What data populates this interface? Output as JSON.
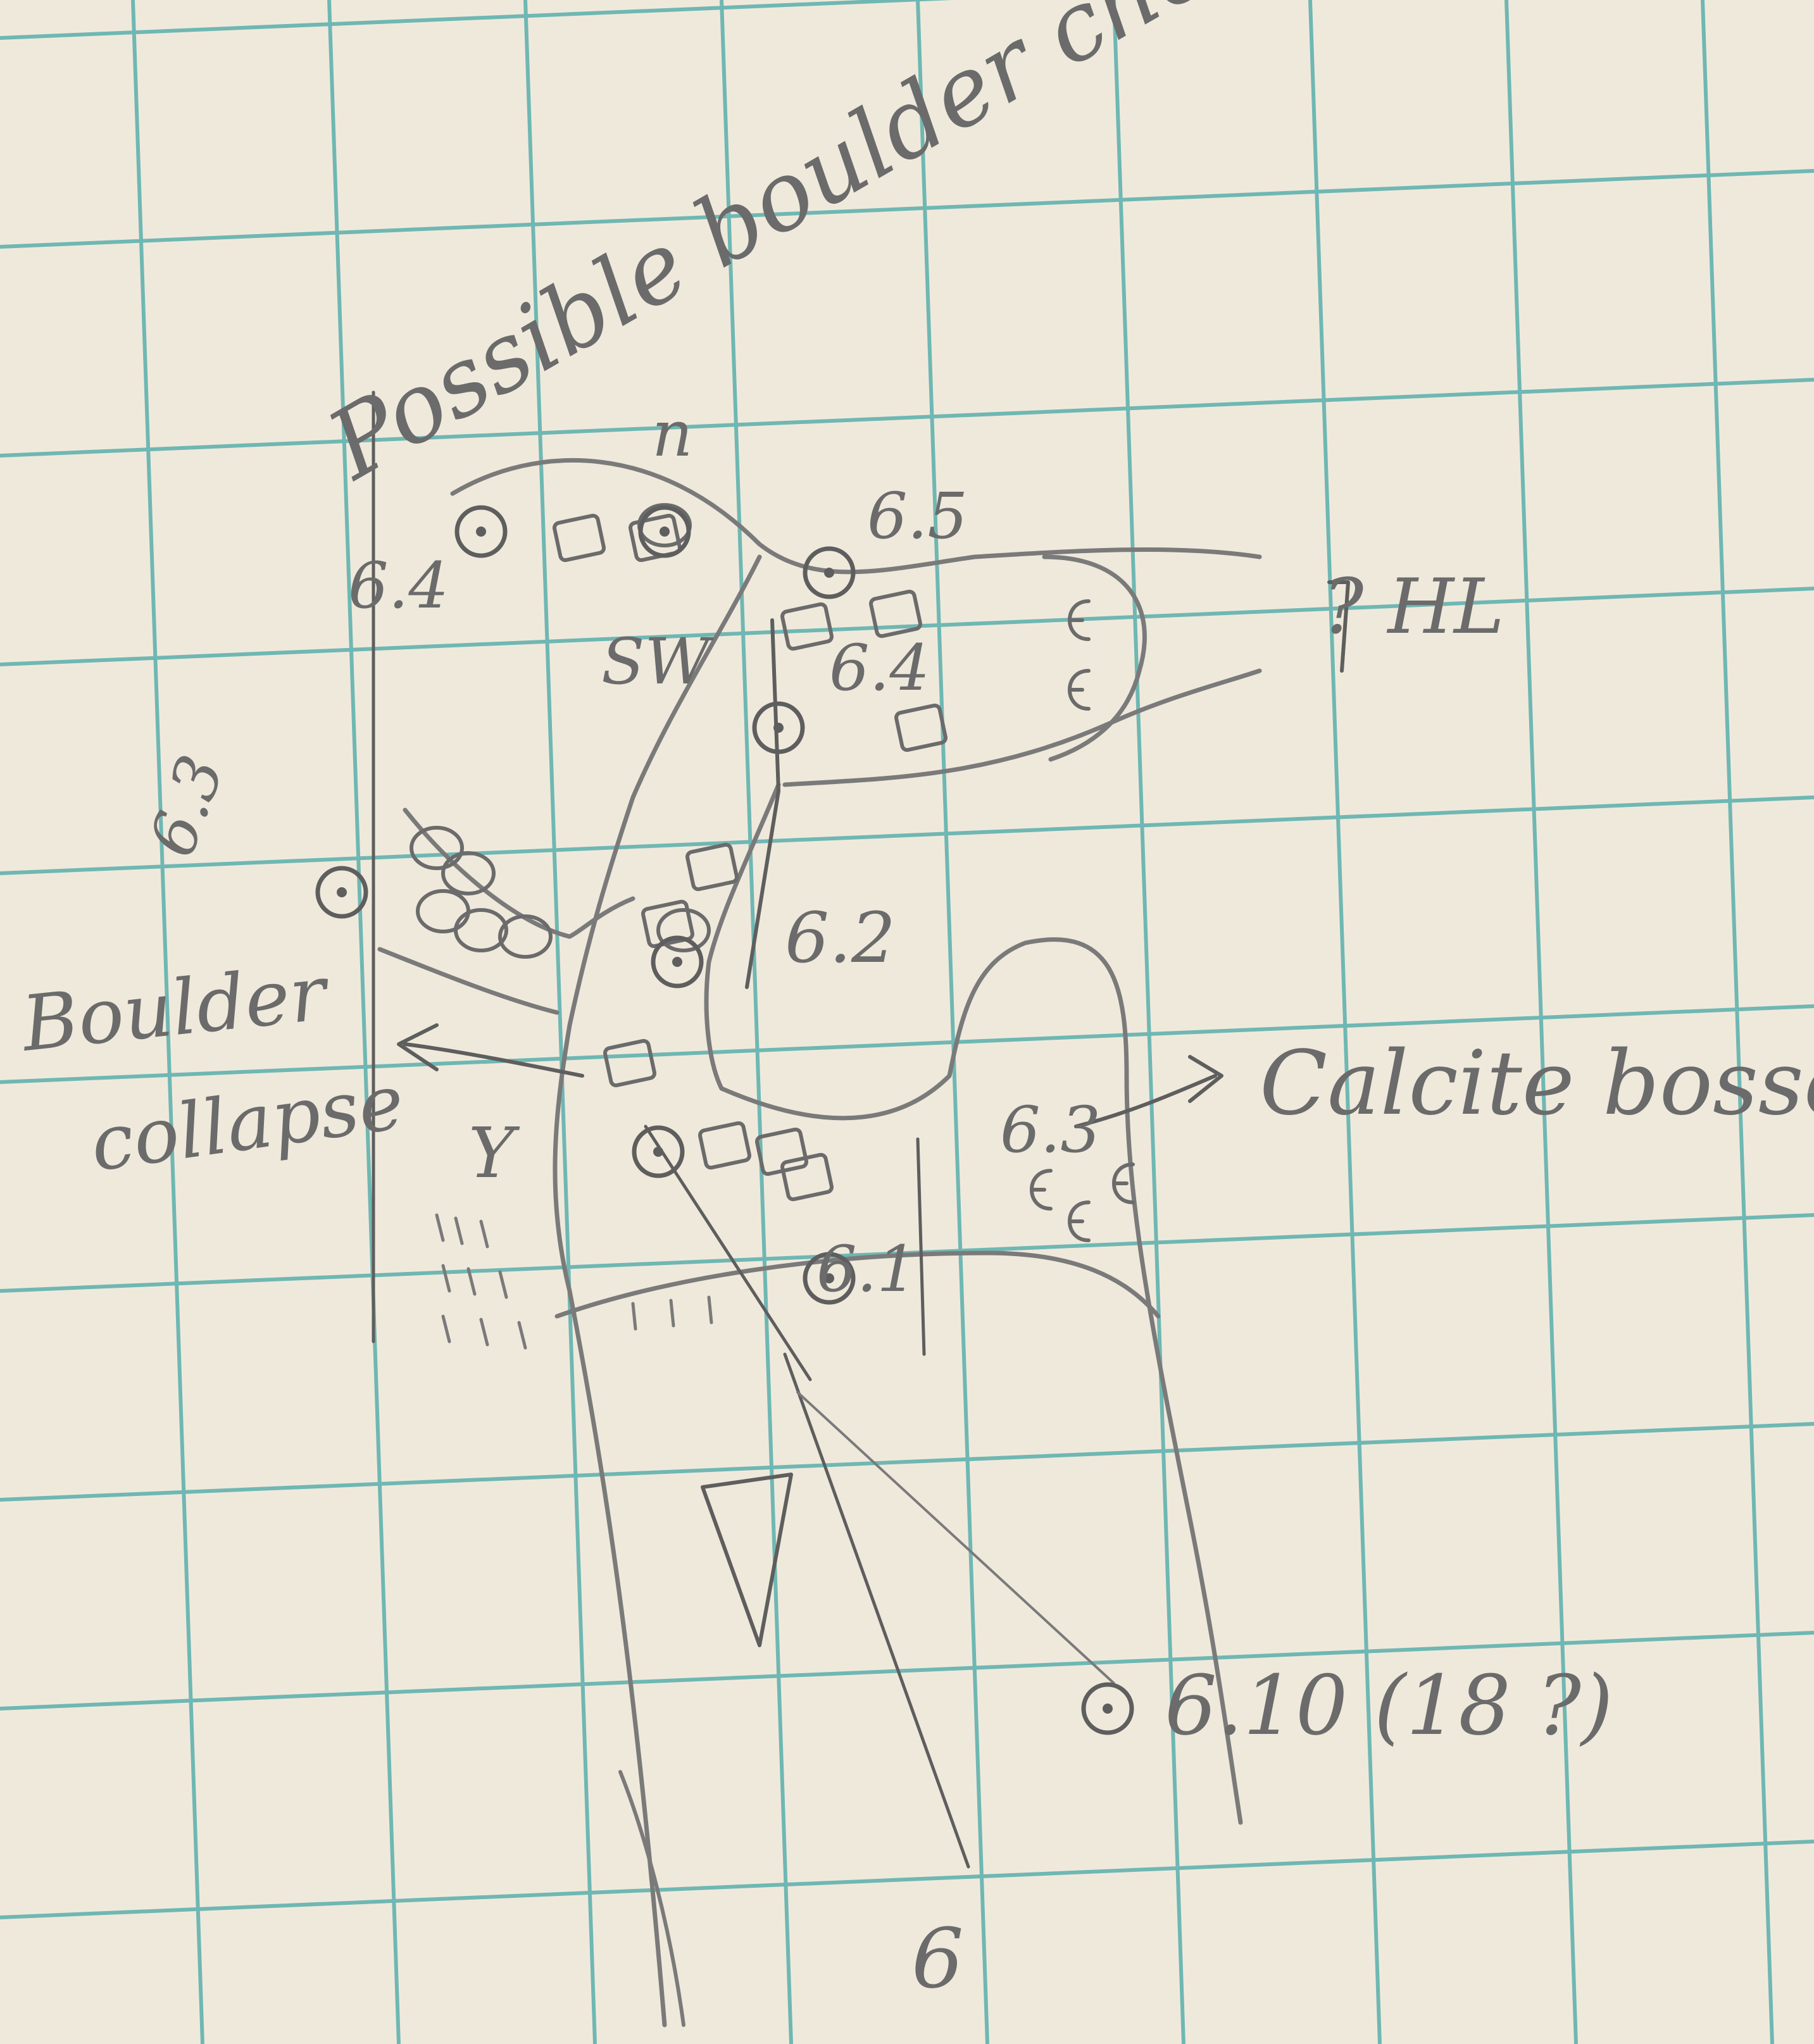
{
  "sheet": {
    "paper_color": "#efe9dc",
    "grid_color": "#6fb7b3",
    "pencil_color": "#7a7a7a"
  },
  "labels": {
    "top_note": "Possible boulder choke",
    "hl": "? HL",
    "boulder_collapse_line1": "Boulder",
    "boulder_collapse_line2": "collapse",
    "calcite_bosses": "Calcite bosses",
    "y_mark": "Y",
    "sw": "SW",
    "top_n": "n",
    "station_top_left": "6.4",
    "station_top_right": "6.5",
    "station_mid_right": "6.4",
    "station_left": "6.3",
    "station_center": "6.2",
    "station_right_lower": "6.3",
    "station_bottom_center": "6.1",
    "station_far": "6.10 (18 ?)",
    "bottom_station": "6"
  },
  "icons": {
    "survey_station": "survey-station-icon",
    "boulder": "boulder-icon",
    "calcite_boss": "calcite-boss-icon",
    "stalagmite": "stalagmite-icon",
    "north_arrow": "north-arrow-icon"
  }
}
